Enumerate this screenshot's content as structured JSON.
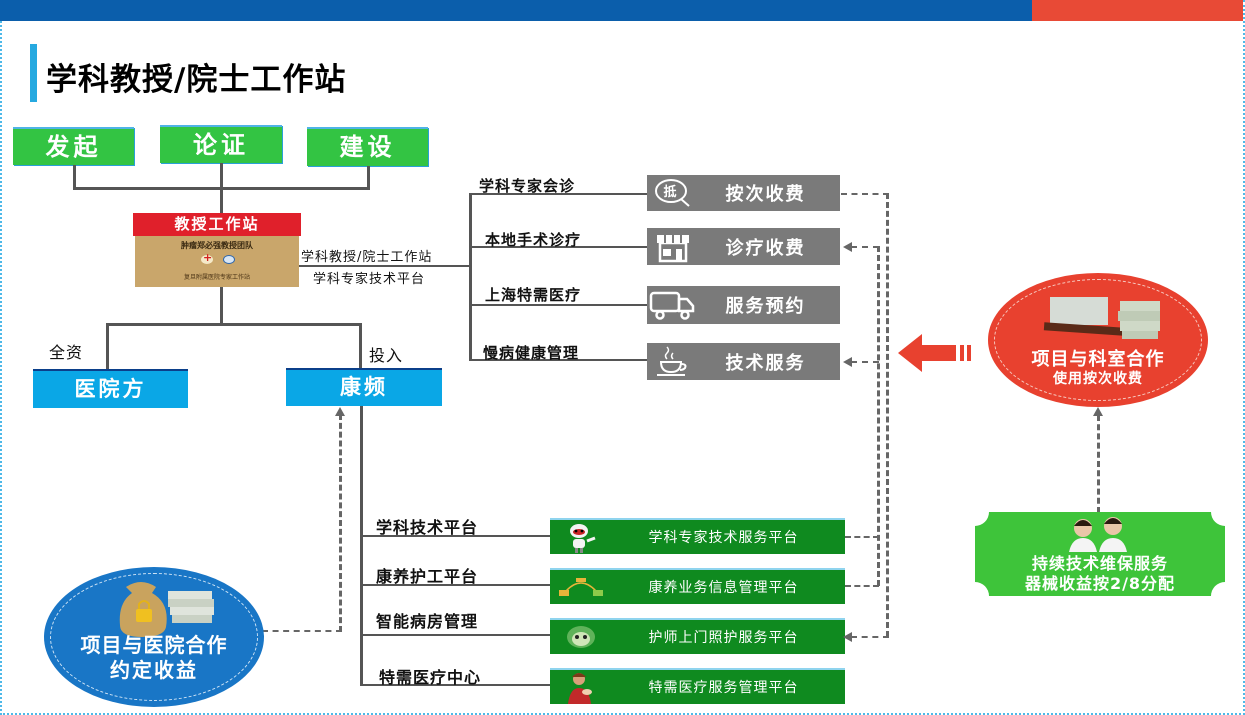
{
  "header": {
    "title": "学科教授/院士工作站",
    "colors": {
      "bar_blue": "#0b5eab",
      "bar_red": "#e84a36",
      "accent": "#26a9e0"
    }
  },
  "stages": [
    {
      "label": "发起"
    },
    {
      "label": "论证"
    },
    {
      "label": "建设"
    }
  ],
  "workstation": {
    "banner": "教授工作站",
    "plaque_line1": "肿瘤郑必强教授团队",
    "plaque_line2": "复旦附属医院专家工作站",
    "side_label_1": "学科教授/院士工作站",
    "side_label_2": "学科专家技术平台"
  },
  "parties": {
    "hospital": {
      "label": "医院方",
      "edge_label": "全资"
    },
    "kangpin": {
      "label": "康频",
      "edge_label": "投入"
    }
  },
  "services": [
    {
      "branch": "学科专家会诊",
      "box": "按次收费",
      "icon": "magnifier-stamp-icon",
      "icon_glyph": "抵"
    },
    {
      "branch": "本地手术诊疗",
      "box": "诊疗收费",
      "icon": "storefront-icon"
    },
    {
      "branch": "上海特需医疗",
      "box": "服务预约",
      "icon": "delivery-truck-icon"
    },
    {
      "branch": "慢病健康管理",
      "box": "技术服务",
      "icon": "teacup-icon"
    }
  ],
  "platforms": [
    {
      "branch": "学科技术平台",
      "box": "学科专家技术服务平台",
      "icon": "robot-mascot-icon"
    },
    {
      "branch": "康养护工平台",
      "box": "康养业务信息管理平台",
      "icon": "network-diagram-icon"
    },
    {
      "branch": "智能病房管理",
      "box": "护师上门照护服务平台",
      "icon": "cartoon-face-icon"
    },
    {
      "branch": "特需医疗中心",
      "box": "特需医疗服务管理平台",
      "icon": "woman-portrait-icon"
    }
  ],
  "callouts": {
    "department": {
      "line1": "项目与科室合作",
      "line2": "使用按次收费",
      "color": "#e8412f"
    },
    "maintenance": {
      "line1": "持续技术维保服务",
      "line2": "器械收益按2/8分配",
      "color": "#3ec43a"
    },
    "hospital_coop": {
      "line1": "项目与医院合作",
      "line2": "约定收益",
      "color": "#1976c6"
    }
  }
}
